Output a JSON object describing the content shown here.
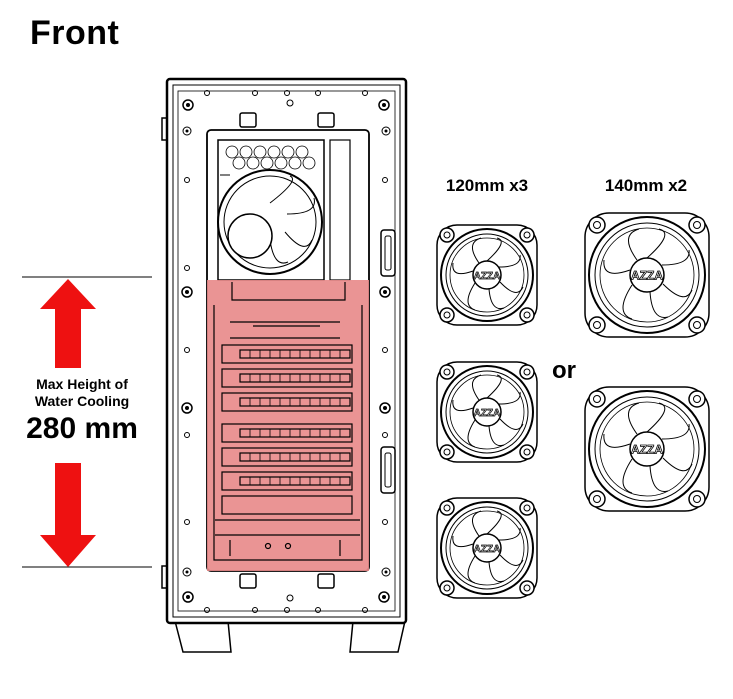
{
  "title": "Front",
  "measurement": {
    "line1": "Max Height of",
    "line2": "Water Cooling",
    "value": "280 mm"
  },
  "options": {
    "left_label": "120mm x3",
    "right_label": "140mm x2",
    "separator": "or",
    "fan_logo": "AZZA"
  },
  "colors": {
    "highlight": "#e88888",
    "arrow": "#ee1111",
    "line": "#000000"
  }
}
